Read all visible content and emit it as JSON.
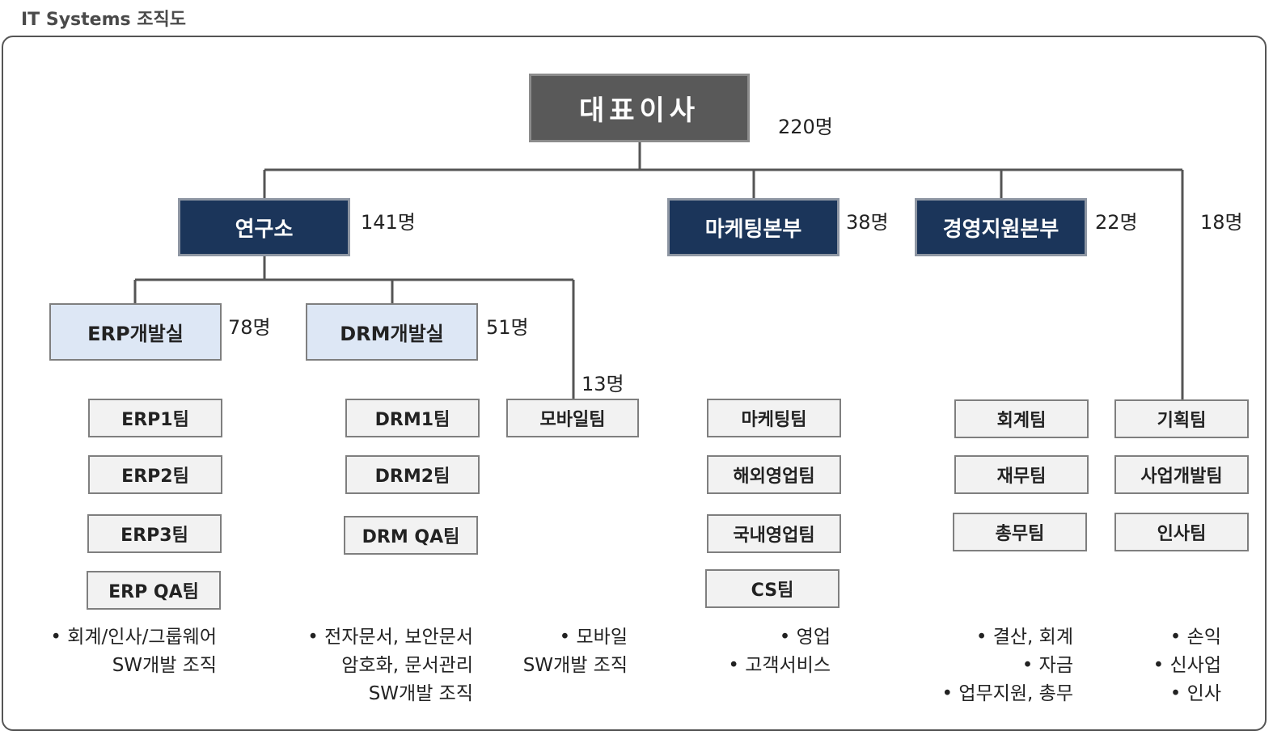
{
  "page_title": "IT Systems 조직도",
  "ceo": {
    "label": "대표이사",
    "count": "220명"
  },
  "divisions": {
    "research": {
      "label": "연구소",
      "count": "141명"
    },
    "marketing": {
      "label": "마케팅본부",
      "count": "38명"
    },
    "management": {
      "label": "경영지원본부",
      "count": "22명"
    },
    "planning": {
      "count": "18명"
    }
  },
  "labs": {
    "erp": {
      "label": "ERP개발실",
      "count": "78명"
    },
    "drm": {
      "label": "DRM개발실",
      "count": "51명"
    },
    "mobile": {
      "count": "13명"
    }
  },
  "teams": {
    "erp": [
      "ERP1팀",
      "ERP2팀",
      "ERP3팀",
      "ERP QA팀"
    ],
    "drm": [
      "DRM1팀",
      "DRM2팀",
      "DRM QA팀"
    ],
    "mobile": [
      "모바일팀"
    ],
    "marketing": [
      "마케팅팀",
      "해외영업팀",
      "국내영업팀",
      "CS팀"
    ],
    "management": [
      "회계팀",
      "재무팀",
      "총무팀"
    ],
    "planning": [
      "기획팀",
      "사업개발팀",
      "인사팀"
    ]
  },
  "descriptions": {
    "erp": [
      "• 회계/인사/그룹웨어",
      "SW개발 조직"
    ],
    "drm": [
      "• 전자문서, 보안문서",
      "암호화, 문서관리",
      "SW개발 조직"
    ],
    "mobile": [
      "• 모바일",
      "SW개발 조직"
    ],
    "marketing": [
      "• 영업",
      "• 고객서비스"
    ],
    "management": [
      "• 결산, 회계",
      "• 자금",
      "• 업무지원, 총무"
    ],
    "planning": [
      "• 손익",
      "• 신사업",
      "• 인사"
    ]
  },
  "colors": {
    "ceo_fill": "#595959",
    "division_fill": "#1b355a",
    "lab_fill": "#dde7f5",
    "team_fill": "#f2f2f2",
    "line": "#555555"
  }
}
